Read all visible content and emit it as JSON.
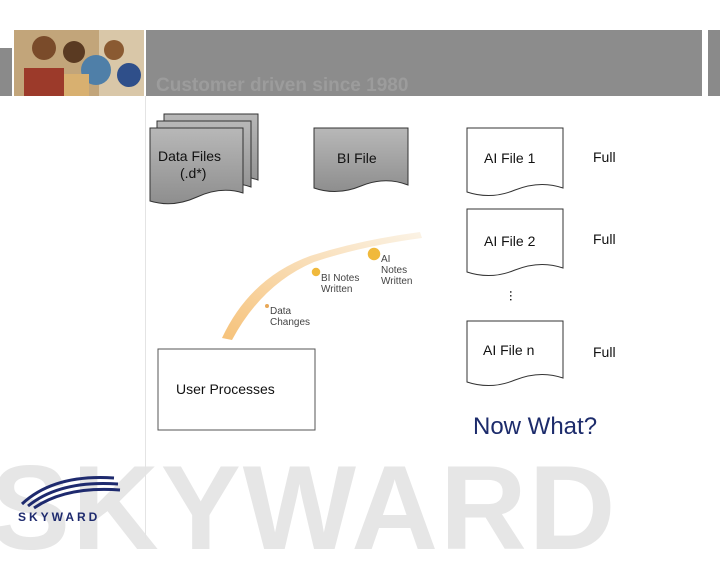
{
  "header": {
    "tagline": "Customer driven since 1980"
  },
  "diagram": {
    "data_files": {
      "label_line1": "Data Files",
      "label_line2": "(.d*)"
    },
    "bi_file": {
      "label": "BI File"
    },
    "ai_files": [
      {
        "label": "AI File 1",
        "status": "Full"
      },
      {
        "label": "AI File 2",
        "status": "Full"
      },
      {
        "label": "AI File n",
        "status": "Full"
      }
    ],
    "ellipsis": "...",
    "user_processes": {
      "label": "User Processes"
    },
    "arc_steps": [
      {
        "line1": "Data",
        "line2": "Changes",
        "line3": ""
      },
      {
        "line1": "BI Notes",
        "line2": "Written",
        "line3": ""
      },
      {
        "line1": "AI",
        "line2": "Notes",
        "line3": "Written"
      }
    ],
    "question": "Now What?"
  },
  "footer": {
    "watermark": "SKYWARD",
    "logo_text": "SKYWARD"
  },
  "colors": {
    "banner": "#8c8c8c",
    "doc_fill": "#a6a6a6",
    "arc": "#f2c88a",
    "dot": "#f0b93c",
    "question": "#1c2b6b",
    "logo": "#1e2a6e"
  }
}
